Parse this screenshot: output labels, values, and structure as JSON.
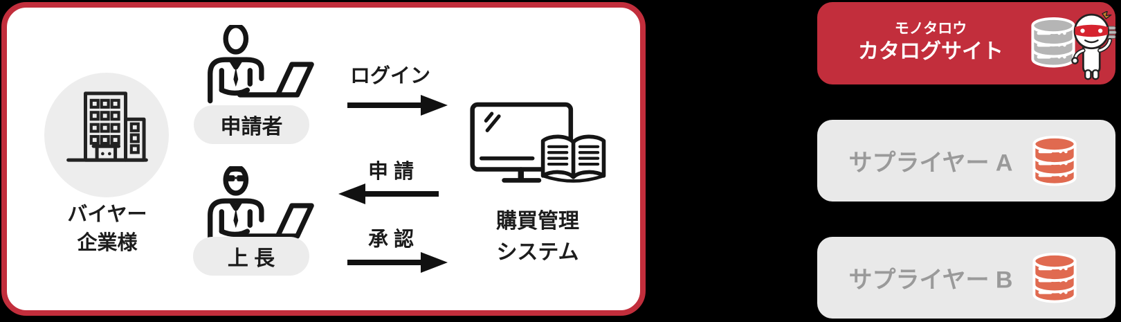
{
  "colors": {
    "brand_red": "#C22E3C",
    "headband_red": "#D6232F",
    "database_orange": "#E06A50",
    "database_gray": "#B5B5B5",
    "panel_gray": "#E9E9E9",
    "pill_gray": "#ECECEC",
    "circle_gray": "#EDEDED",
    "muted_text_gray": "#9A9A9A",
    "ink": "#1B1B1B",
    "background": "#000000"
  },
  "buyer_panel": {
    "company_label_line1": "バイヤー",
    "company_label_line2": "企業様",
    "applicant_label": "申請者",
    "supervisor_label": "上 長",
    "system_label_line1": "購買管理",
    "system_label_line2": "システム",
    "flows": [
      {
        "label": "ログイン",
        "direction": "right",
        "from": "申請者",
        "to": "購買管理システム"
      },
      {
        "label": "申 請",
        "direction": "left",
        "from": "購買管理システム",
        "to": "上 長"
      },
      {
        "label": "承 認",
        "direction": "right",
        "from": "上 長",
        "to": "購買管理システム"
      }
    ]
  },
  "catalog_box": {
    "title_line1": "モノタロウ",
    "title_line2": "カタログサイト"
  },
  "suppliers": [
    {
      "label": "サプライヤー A"
    },
    {
      "label": "サプライヤー B"
    }
  ],
  "icons": {
    "buyer_company": "building-icon",
    "applicant": "person-laptop-icon",
    "supervisor": "person-glasses-laptop-icon",
    "purchasing_system": "monitor-book-icon",
    "catalog_database": "database-icon",
    "supplier_database": "database-icon",
    "mascot": "monotaro-mascot-icon"
  }
}
